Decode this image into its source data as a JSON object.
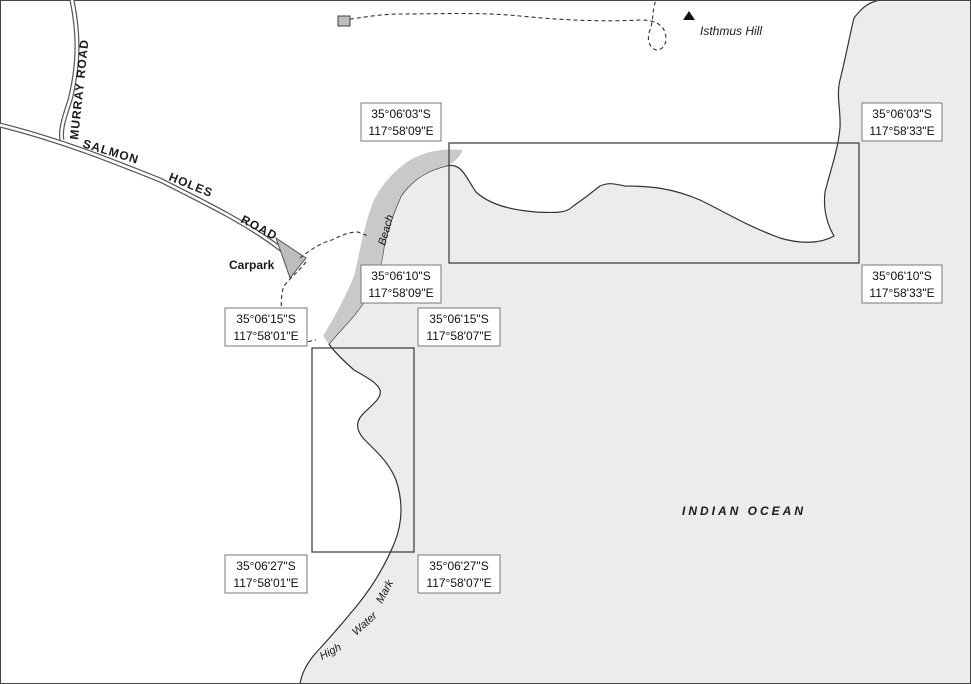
{
  "labels": {
    "murray_road": "MURRAY ROAD",
    "salmon": "SALMON",
    "holes": "HOLES",
    "road": "ROAD",
    "carpark": "Carpark",
    "beach": "Beach",
    "isthmus_hill": "Isthmus Hill",
    "indian_ocean": "INDIAN OCEAN",
    "high": "High",
    "water": "Water",
    "mark": "Mark"
  },
  "coordinates": {
    "upper_box_nw": {
      "lat": "35°06'03\"S",
      "lon": "117°58'09\"E"
    },
    "upper_box_ne": {
      "lat": "35°06'03\"S",
      "lon": "117°58'33\"E"
    },
    "upper_box_sw": {
      "lat": "35°06'10\"S",
      "lon": "117°58'09\"E"
    },
    "upper_box_se": {
      "lat": "35°06'10\"S",
      "lon": "117°58'33\"E"
    },
    "lower_box_nw": {
      "lat": "35°06'15\"S",
      "lon": "117°58'01\"E"
    },
    "lower_box_ne": {
      "lat": "35°06'15\"S",
      "lon": "117°58'07\"E"
    },
    "lower_box_sw": {
      "lat": "35°06'27\"S",
      "lon": "117°58'01\"E"
    },
    "lower_box_se": {
      "lat": "35°06'27\"S",
      "lon": "117°58'07\"E"
    }
  },
  "colors": {
    "sea": "#ececec",
    "beach": "#c9c9c9",
    "land": "#ffffff",
    "coastline": "#333333",
    "frame": "#444444"
  },
  "icons": {
    "summit": "triangle-up"
  }
}
